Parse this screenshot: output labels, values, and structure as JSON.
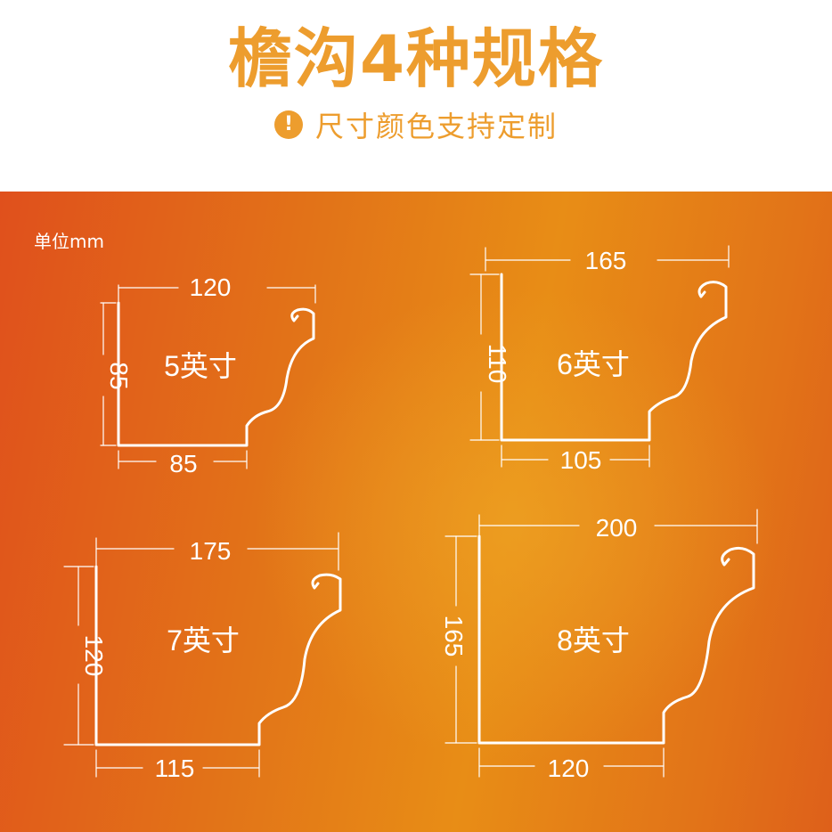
{
  "title": "檐沟4种规格",
  "subtitle": "尺寸颜色支持定制",
  "warning_glyph": "!",
  "unit_label": "单位mm",
  "colors": {
    "accent": "#ed9d2e",
    "panel": "#e27418",
    "line": "#ffffff"
  },
  "gutters": [
    {
      "name": "5英寸",
      "top_width": "120",
      "height": "85",
      "bottom_width": "85"
    },
    {
      "name": "6英寸",
      "top_width": "165",
      "height": "110",
      "bottom_width": "105"
    },
    {
      "name": "7英寸",
      "top_width": "175",
      "height": "120",
      "bottom_width": "115"
    },
    {
      "name": "8英寸",
      "top_width": "200",
      "height": "165",
      "bottom_width": "120"
    }
  ]
}
